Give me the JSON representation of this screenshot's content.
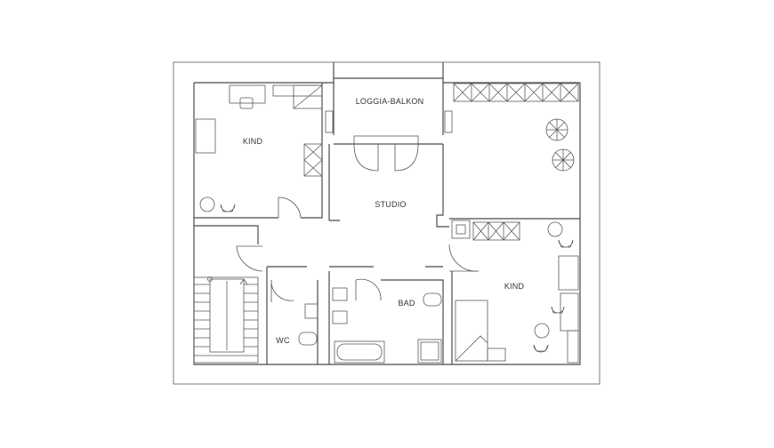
{
  "labels": {
    "kind_left": "KIND",
    "loggia": "LOGGIA-BALKON",
    "studio": "STUDIO",
    "kind_right": "KIND",
    "bad": "BAD",
    "wc": "WC"
  },
  "colors": {
    "line": "#4a4a4a",
    "background": "#ffffff"
  }
}
